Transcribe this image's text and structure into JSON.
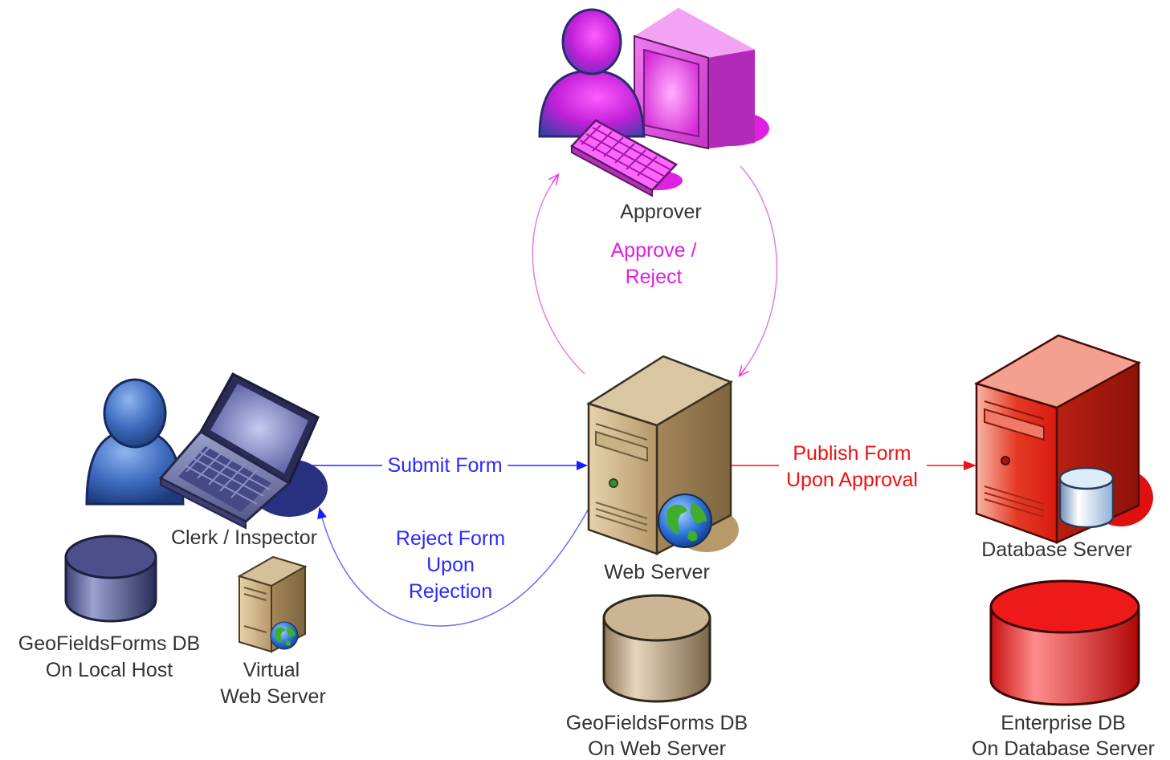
{
  "nodes": {
    "approver": {
      "label": "Approver"
    },
    "clerk": {
      "label": "Clerk / Inspector"
    },
    "web_server": {
      "label": "Web Server"
    },
    "database_server": {
      "label": "Database Server"
    },
    "local_db": {
      "line1": "GeoFieldsForms DB",
      "line2": "On Local Host"
    },
    "virtual_web_server": {
      "line1": "Virtual",
      "line2": "Web Server"
    },
    "web_db": {
      "line1": "GeoFieldsForms DB",
      "line2": "On Web Server"
    },
    "enterprise_db": {
      "line1": "Enterprise DB",
      "line2": "On Database Server"
    }
  },
  "edges": {
    "submit_form": {
      "label": "Submit Form",
      "color": "#2a2aff"
    },
    "reject_form": {
      "line1": "Reject Form",
      "line2": "Upon",
      "line3": "Rejection",
      "color": "#2a2aff"
    },
    "approve_reject": {
      "line1": "Approve /",
      "line2": "Reject",
      "color": "#e020e0"
    },
    "publish_form": {
      "line1": "Publish Form",
      "line2": "Upon Approval",
      "color": "#ee1111"
    }
  },
  "colors": {
    "approver_theme": "#e020e0",
    "clerk_theme": "#3b5fa8",
    "web_server_theme": "#b89a6a",
    "database_theme": "#e01010"
  }
}
